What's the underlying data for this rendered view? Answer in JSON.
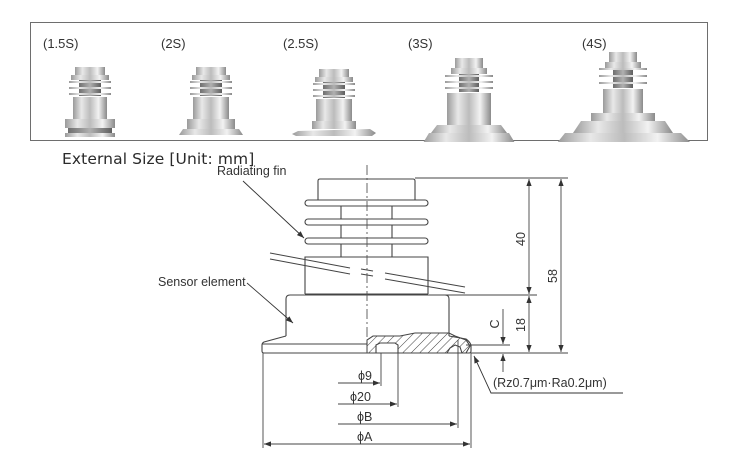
{
  "photos": {
    "variants": [
      {
        "label": "(1.5S)",
        "flange": "small-ring"
      },
      {
        "label": "(2S)",
        "flange": "small-clamp"
      },
      {
        "label": "(2.5S)",
        "flange": "medium-clamp"
      },
      {
        "label": "(3S)",
        "flange": "large-clamp"
      },
      {
        "label": "(4S)",
        "flange": "xlarge-clamp"
      }
    ]
  },
  "section": {
    "title": "External Size [Unit: mm]"
  },
  "drawing": {
    "callouts": {
      "radiating_fin": "Radiating fin",
      "sensor_element": "Sensor element",
      "surface_finish": "(Rz0.7μm·Ra0.2μm)"
    },
    "vertical_dims": {
      "upper": "40",
      "lower": "18",
      "total": "58",
      "c": "C"
    },
    "horizontal_dims": {
      "d9": "ϕ9",
      "d20": "ϕ20",
      "dB": "ϕB",
      "dA": "ϕA"
    }
  }
}
